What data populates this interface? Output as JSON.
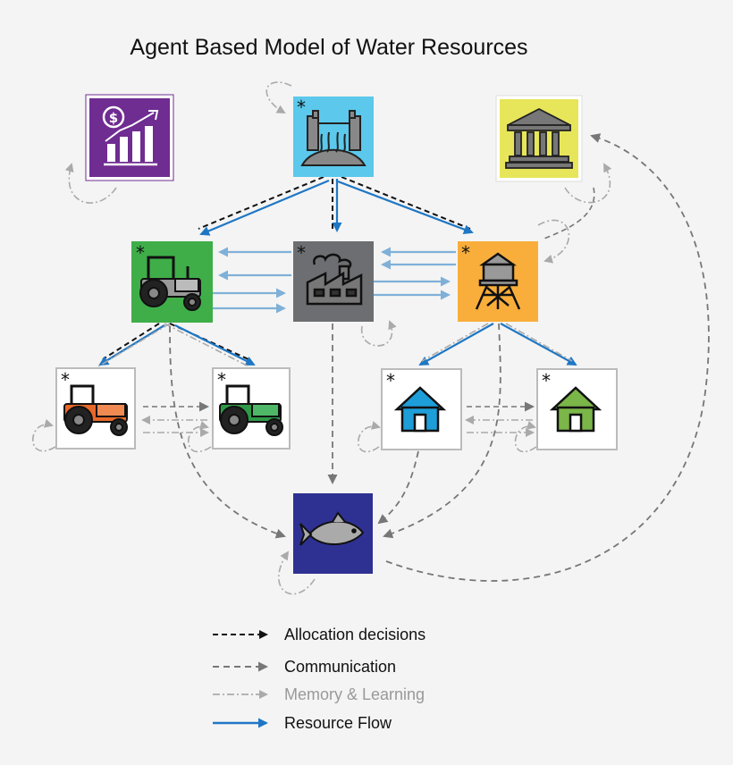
{
  "title": "Agent Based Model of Water Resources",
  "colors": {
    "allocation": "#111111",
    "communication": "#777777",
    "memory": "#aaaaaa",
    "resource": "#1f77c4",
    "resource_light": "#7fb0d8",
    "market": "#6f2c91",
    "reservoir": "#5bc8ec",
    "government": "#e7e65a",
    "agriculture": "#3fae49",
    "industry": "#6d6e71",
    "municipal": "#f9ae3b",
    "environment": "#2e3192",
    "farmer_1": "#e8682a",
    "farmer_2": "#2e9a48",
    "household_1": "#1e9ed8",
    "household_2": "#7ab648"
  },
  "nodes": {
    "market": {
      "icon": "market-growth-chart-icon",
      "symbol": "$",
      "starred": false
    },
    "reservoir": {
      "icon": "dam-reservoir-icon",
      "starred": true
    },
    "government": {
      "icon": "government-building-icon",
      "starred": false
    },
    "agriculture": {
      "icon": "tractor-icon",
      "starred": true
    },
    "industry": {
      "icon": "factory-icon",
      "starred": true
    },
    "municipal": {
      "icon": "water-tower-icon",
      "starred": true
    },
    "farmer_1": {
      "icon": "orange-tractor-icon",
      "starred": true
    },
    "farmer_2": {
      "icon": "green-tractor-icon",
      "starred": true
    },
    "household_1": {
      "icon": "blue-house-icon",
      "starred": true
    },
    "household_2": {
      "icon": "green-house-icon",
      "starred": true
    },
    "environment": {
      "icon": "fish-icon",
      "starred": false
    }
  },
  "star_symbol": "*",
  "legend": [
    {
      "key": "allocation",
      "label": "Allocation decisions"
    },
    {
      "key": "communication",
      "label": "Communication"
    },
    {
      "key": "memory",
      "label": "Memory & Learning"
    },
    {
      "key": "resource",
      "label": "Resource Flow"
    }
  ]
}
